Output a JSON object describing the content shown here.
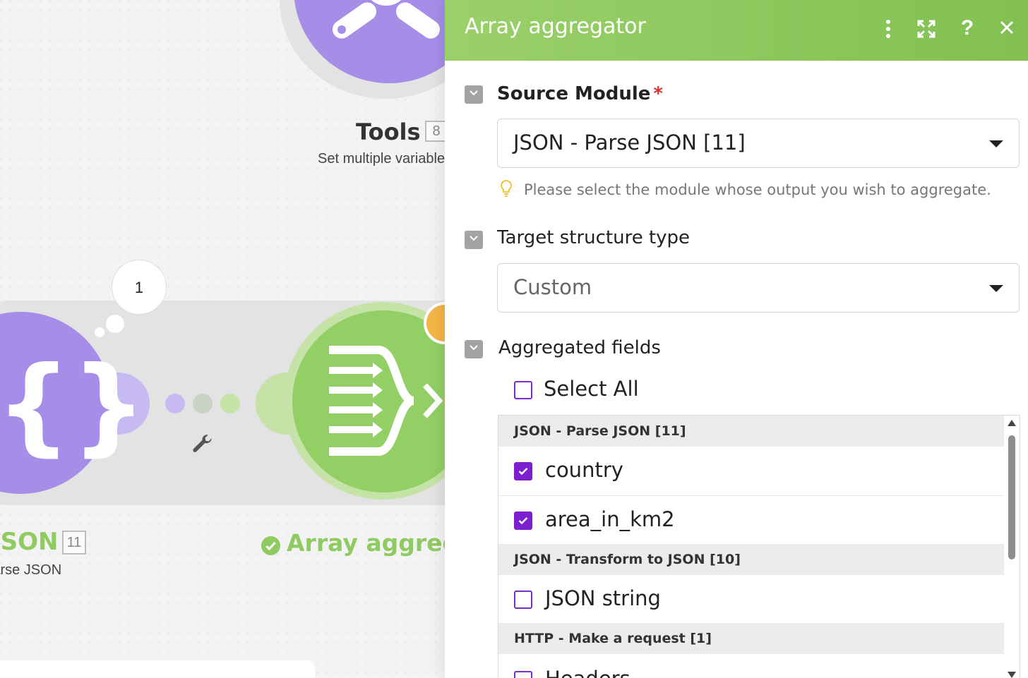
{
  "canvas": {
    "tools_module": {
      "title": "Tools",
      "badge": "8",
      "subtitle": "Set multiple variables"
    },
    "bubble_count": "1",
    "json_module": {
      "title": "JSON",
      "badge": "11",
      "subtitle": "Parse JSON"
    },
    "aggregator_module": {
      "title": "Array aggregator"
    }
  },
  "panel": {
    "title": "Array aggregator",
    "header_buttons": [
      "more-icon",
      "expand-icon",
      "help-icon",
      "close-icon"
    ],
    "source_module": {
      "label": "Source Module",
      "required_mark": "*",
      "value": "JSON - Parse JSON [11]",
      "hint": "Please select the module whose output you wish to aggregate."
    },
    "target_structure": {
      "label": "Target structure type",
      "value": "Custom"
    },
    "aggregated_fields": {
      "label": "Aggregated fields",
      "select_all": "Select All",
      "groups": [
        {
          "name": "JSON - Parse JSON [11]",
          "fields": [
            {
              "name": "country",
              "checked": true
            },
            {
              "name": "area_in_km2",
              "checked": true
            }
          ]
        },
        {
          "name": "JSON - Transform to JSON [10]",
          "fields": [
            {
              "name": "JSON string",
              "checked": false
            }
          ]
        },
        {
          "name": "HTTP - Make a request [1]",
          "fields": [
            {
              "name": "Headers",
              "checked": false
            }
          ]
        }
      ]
    }
  },
  "colors": {
    "header_green": "#8fcb61",
    "module_purple": "#a68de8",
    "checkbox_purple": "#7b1fd1",
    "required_red": "#e0302f"
  }
}
